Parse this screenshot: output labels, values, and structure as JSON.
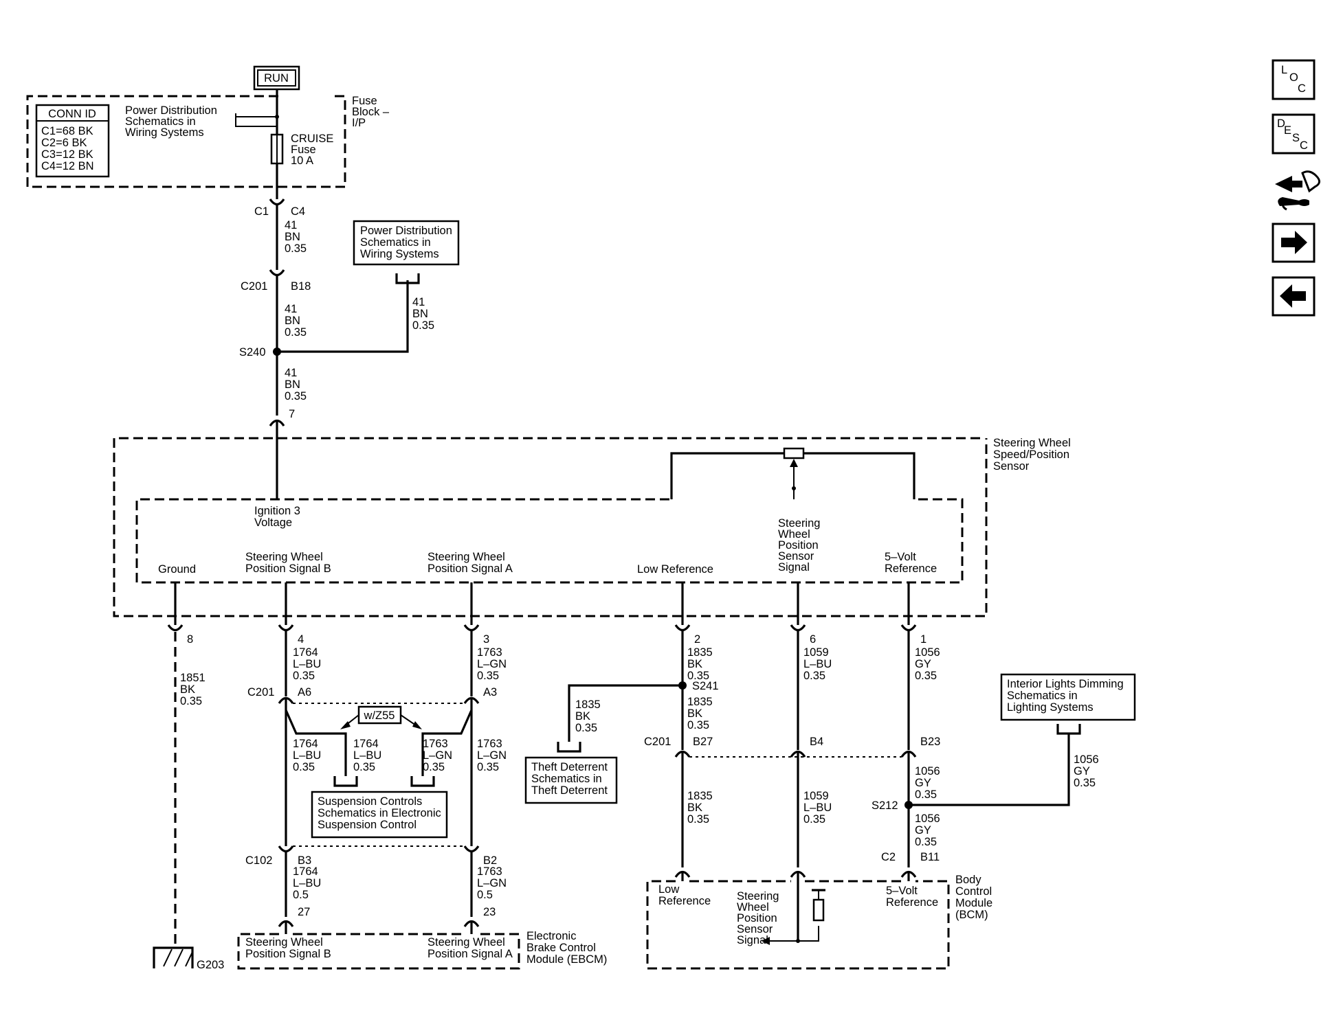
{
  "run_label": "RUN",
  "conn_id": {
    "title": "CONN ID",
    "lines": [
      "C1=68 BK",
      "C2=6 BK",
      "C3=12 BK",
      "C4=12 BN"
    ]
  },
  "fuse_block": {
    "label": [
      "Fuse",
      "Block –",
      "I/P"
    ],
    "power_dist_ref": [
      "Power Distribution",
      "Schematics in",
      "Wiring Systems"
    ],
    "fuse_label": [
      "CRUISE",
      "Fuse",
      "10 A"
    ]
  },
  "power_dist_box": [
    "Power Distribution",
    "Schematics in",
    "Wiring Systems"
  ],
  "top_wires": {
    "c1": "C1",
    "c4": "C4",
    "w1": [
      "41",
      "BN",
      "0.35"
    ],
    "c201": "C201",
    "b18": "B18",
    "w2": [
      "41",
      "BN",
      "0.35"
    ],
    "w_branch": [
      "41",
      "BN",
      "0.35"
    ],
    "s240": "S240",
    "w3": [
      "41",
      "BN",
      "0.35"
    ],
    "pin7": "7"
  },
  "sensor": {
    "title": [
      "Steering Wheel",
      "Speed/Position",
      "Sensor"
    ],
    "ign": [
      "Ignition 3",
      "Voltage"
    ],
    "ground": "Ground",
    "posb": [
      "Steering Wheel",
      "Position Signal B"
    ],
    "posa": [
      "Steering Wheel",
      "Position Signal A"
    ],
    "lowref": "Low Reference",
    "possensor": [
      "Steering",
      "Wheel",
      "Position",
      "Sensor",
      "Signal"
    ],
    "fivev": [
      "5–Volt",
      "Reference"
    ]
  },
  "ground_circuit": {
    "pin": "8",
    "wire": [
      "1851",
      "BK",
      "0.35"
    ],
    "g203": "G203"
  },
  "circuit_b": {
    "pin": "4",
    "wire1": [
      "1764",
      "L–BU",
      "0.35"
    ],
    "c201": "C201",
    "a6": "A6",
    "wire2": [
      "1764",
      "L–BU",
      "0.35"
    ],
    "wire_branch": [
      "1764",
      "L–BU",
      "0.35"
    ],
    "c102": "C102",
    "b3": "B3",
    "wire3": [
      "1764",
      "L–BU",
      "0.5"
    ],
    "pin27": "27"
  },
  "circuit_a": {
    "pin": "3",
    "wire1": [
      "1763",
      "L–GN",
      "0.35"
    ],
    "a3": "A3",
    "wire2": [
      "1763",
      "L–GN",
      "0.35"
    ],
    "wire_branch": [
      "1763",
      "L–GN",
      "0.35"
    ],
    "b2": "B2",
    "wire3": [
      "1763",
      "L–GN",
      "0.5"
    ],
    "pin23": "23"
  },
  "wz55": "w/Z55",
  "suspension_box": [
    "Suspension Controls",
    "Schematics in Electronic",
    "Suspension Control"
  ],
  "ebcm": {
    "title": [
      "Electronic",
      "Brake Control",
      "Module (EBCM)"
    ],
    "posb": [
      "Steering Wheel",
      "Position Signal B"
    ],
    "posa": [
      "Steering Wheel",
      "Position Signal A"
    ]
  },
  "circuit_low": {
    "pin": "2",
    "wire1": [
      "1835",
      "BK",
      "0.35"
    ],
    "s241": "S241",
    "wire_branch": [
      "1835",
      "BK",
      "0.35"
    ],
    "wire2": [
      "1835",
      "BK",
      "0.35"
    ],
    "c201": "C201",
    "b27": "B27",
    "wire3": [
      "1835",
      "BK",
      "0.35"
    ]
  },
  "theft_box": [
    "Theft Deterrent",
    "Schematics in",
    "Theft Deterrent"
  ],
  "circuit_pos": {
    "pin": "6",
    "wire1": [
      "1059",
      "L–BU",
      "0.35"
    ],
    "b4": "B4",
    "wire2": [
      "1059",
      "L–BU",
      "0.35"
    ]
  },
  "circuit_5v": {
    "pin": "1",
    "wire1": [
      "1056",
      "GY",
      "0.35"
    ],
    "b23": "B23",
    "wire2": [
      "1056",
      "GY",
      "0.35"
    ],
    "s212": "S212",
    "wire3": [
      "1056",
      "GY",
      "0.35"
    ],
    "c2": "C2",
    "b11": "B11",
    "wire_branch": [
      "1056",
      "GY",
      "0.35"
    ]
  },
  "interior_box": [
    "Interior Lights Dimming",
    "Schematics in",
    "Lighting Systems"
  ],
  "bcm": {
    "title": [
      "Body",
      "Control",
      "Module",
      "(BCM)"
    ],
    "lowref": [
      "Low",
      "Reference"
    ],
    "possensor": [
      "Steering",
      "Wheel",
      "Position",
      "Sensor",
      "Signal"
    ],
    "fivev": [
      "5–Volt",
      "Reference"
    ]
  },
  "nav": {
    "loc": [
      "L",
      "O",
      "C"
    ],
    "desc": [
      "D",
      "E",
      "S",
      "C"
    ],
    "icons": [
      "connector-tool-icon",
      "arrow-right-icon",
      "arrow-left-icon"
    ]
  }
}
